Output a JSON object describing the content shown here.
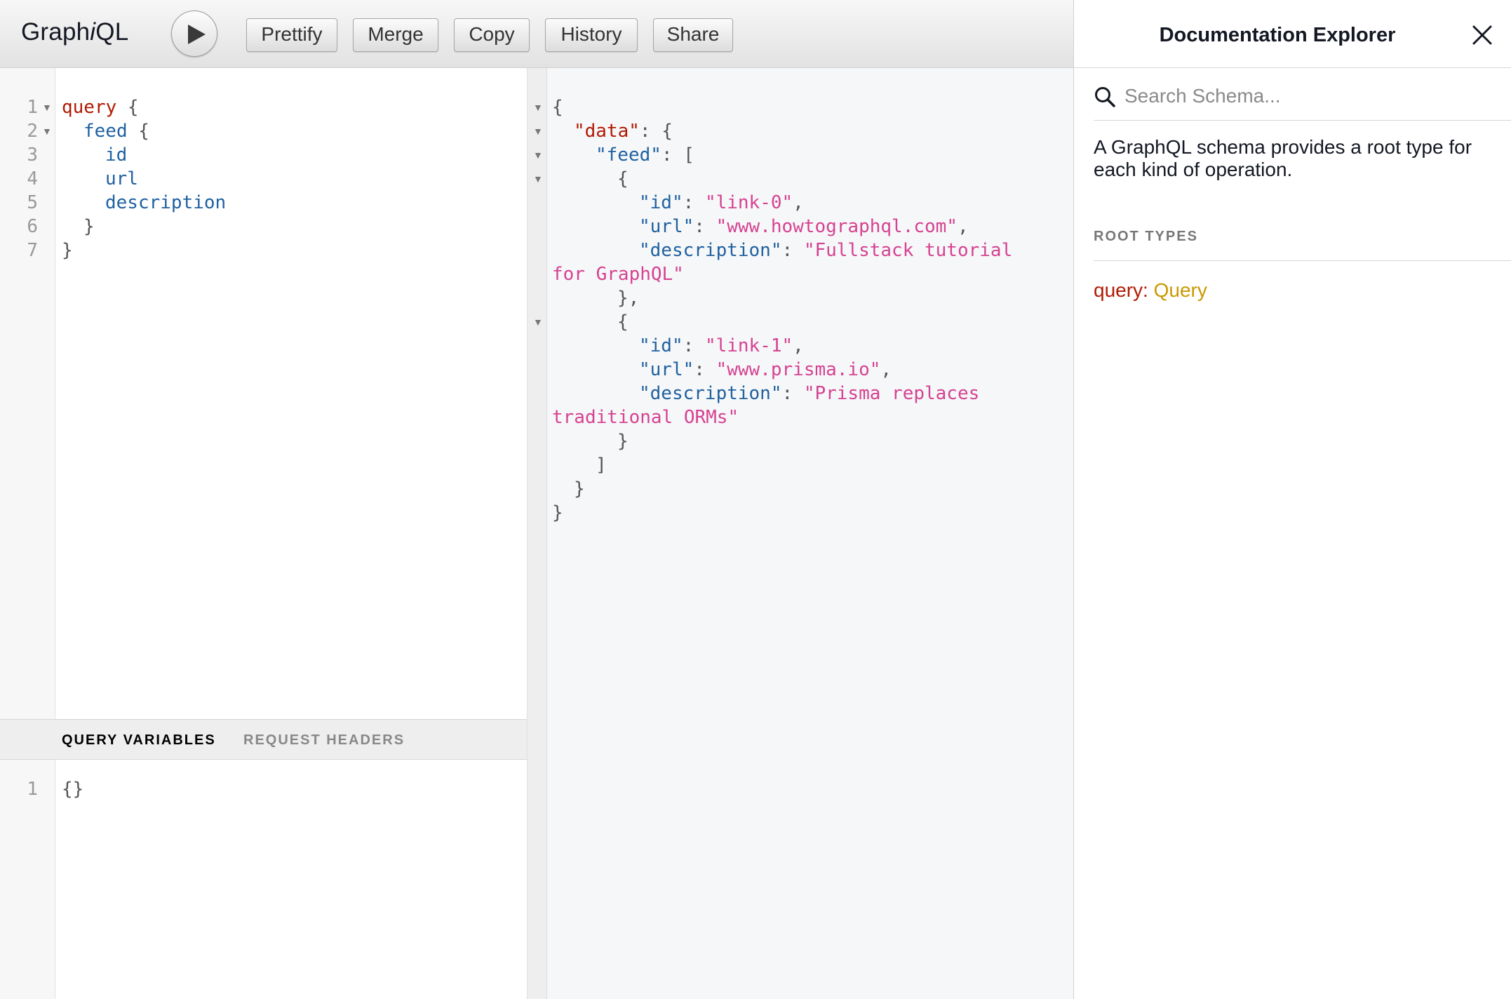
{
  "toolbar": {
    "logo_pre": "Graph",
    "logo_i": "i",
    "logo_post": "QL",
    "run_icon": "play-icon",
    "buttons": [
      "Prettify",
      "Merge",
      "Copy",
      "History",
      "Share"
    ]
  },
  "query_editor": {
    "line_numbers": [
      "1",
      "2",
      "3",
      "4",
      "5",
      "6",
      "7"
    ],
    "lines": [
      {
        "kw": "query",
        "rest": " {"
      },
      {
        "field": "feed",
        "rest": " {"
      },
      {
        "field": "id"
      },
      {
        "field": "url"
      },
      {
        "field": "description"
      },
      {
        "punc": "}"
      },
      {
        "punc": "}"
      }
    ]
  },
  "variables": {
    "tabs": [
      "QUERY VARIABLES",
      "REQUEST HEADERS"
    ],
    "line_numbers": [
      "1"
    ],
    "content": "{}"
  },
  "result": {
    "lines": [
      "{",
      "\"data\"",
      "\"feed\"",
      "{",
      "\"id\"",
      "\"link-0\"",
      "\"url\"",
      "\"www.howtographql.com\"",
      "\"description\"",
      "\"Fullstack tutorial",
      "for GraphQL\"",
      "},",
      "{",
      "\"id\"",
      "\"link-1\"",
      "\"url\"",
      "\"www.prisma.io\"",
      "\"description\"",
      "\"Prisma replaces",
      "traditional ORMs\"",
      "}",
      "]",
      "}",
      "}"
    ]
  },
  "docs": {
    "title": "Documentation Explorer",
    "close_icon": "close-icon",
    "search_placeholder": "Search Schema...",
    "description": "A GraphQL schema provides a root type for each kind of operation.",
    "section_title": "ROOT TYPES",
    "root_key": "query",
    "root_sep": ": ",
    "root_type": "Query"
  },
  "colors": {
    "keyword": "#b11a04",
    "field": "#1f61a0",
    "string": "#d64292",
    "type": "#ca9800"
  }
}
